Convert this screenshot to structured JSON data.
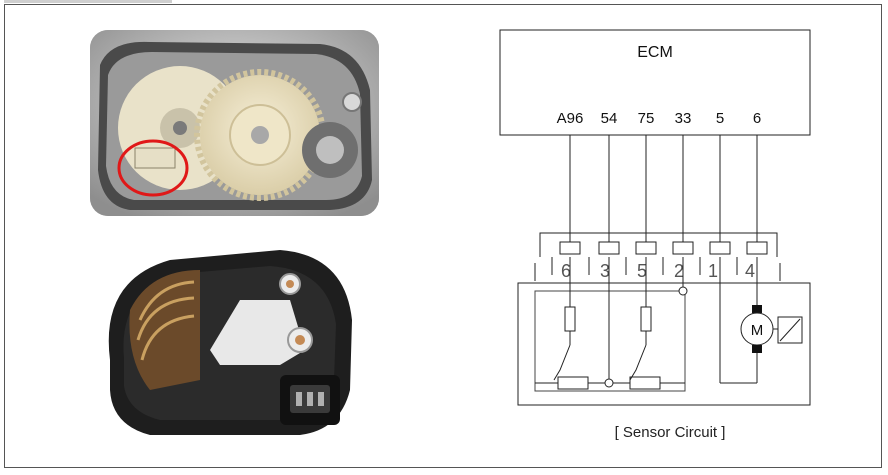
{
  "diagram": {
    "ecm_label": "ECM",
    "ecm_pins": [
      "A96",
      "54",
      "75",
      "33",
      "5",
      "6"
    ],
    "connector_pins": [
      "6",
      "3",
      "5",
      "2",
      "1",
      "4"
    ],
    "motor_label": "M",
    "caption": "[ Sensor Circuit ]"
  },
  "photos": {
    "gear_photo": "throttle-body-gear-photo",
    "sensor_photo": "throttle-position-sensor-photo",
    "highlight_color": "#e01818"
  }
}
